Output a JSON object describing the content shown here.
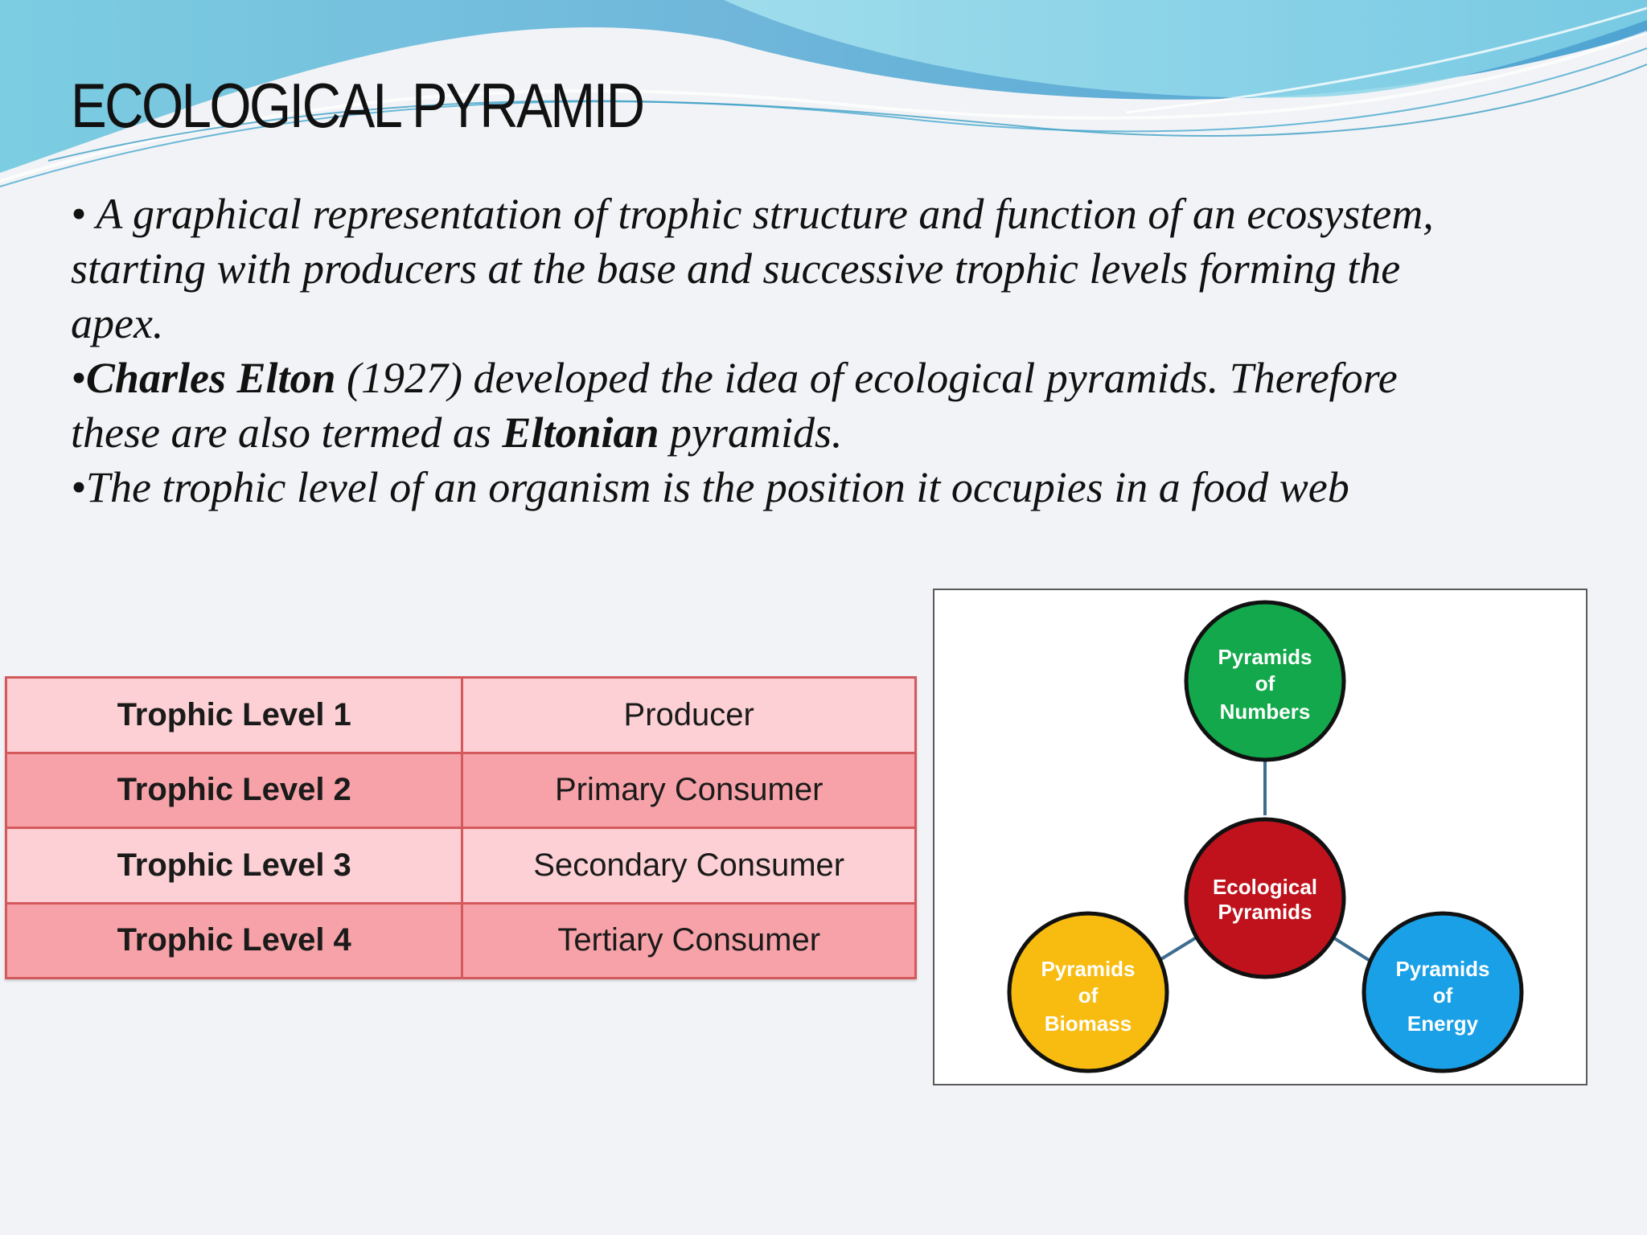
{
  "slide": {
    "title": "ECOLOGICAL PYRAMID",
    "bullets": [
      {
        "lines": [
          [
            {
              "text": "• A graphical representation of trophic structure and function of an ecosystem,"
            }
          ],
          [
            {
              "text": "starting with producers at the base and successive trophic levels forming the"
            }
          ],
          [
            {
              "text": "apex."
            }
          ]
        ]
      },
      {
        "lines": [
          [
            {
              "text": "•"
            },
            {
              "text": "Charles Elton",
              "bold": true
            },
            {
              "text": " (1927) developed the idea of ecological pyramids. Therefore"
            }
          ],
          [
            {
              "text": "these are also termed as "
            },
            {
              "text": "Eltonian",
              "bold": true
            },
            {
              "text": " pyramids."
            }
          ]
        ]
      },
      {
        "lines": [
          [
            {
              "text": "•The trophic level of an organism is the position it occupies in a food web"
            }
          ]
        ]
      }
    ]
  },
  "trophic_table": {
    "rows": [
      {
        "level": "Trophic Level 1",
        "consumer": "Producer"
      },
      {
        "level": "Trophic Level 2",
        "consumer": "Primary Consumer"
      },
      {
        "level": "Trophic Level 3",
        "consumer": "Secondary Consumer"
      },
      {
        "level": "Trophic Level 4",
        "consumer": "Tertiary Consumer"
      }
    ],
    "colors": {
      "border": "#d4595c",
      "light_row": "#fcd0d4",
      "dark_row": "#f6a2a8"
    }
  },
  "diagram": {
    "center": {
      "lines": [
        "Ecological",
        "Pyramids"
      ],
      "color": "#c0121c"
    },
    "top": {
      "lines": [
        "Pyramids",
        "of",
        "Numbers"
      ],
      "color": "#12a84b"
    },
    "left": {
      "lines": [
        "Pyramids",
        "of",
        "Biomass"
      ],
      "color": "#f8bc10"
    },
    "right": {
      "lines": [
        "Pyramids",
        "of",
        "Energy"
      ],
      "color": "#1aa0e6"
    }
  },
  "theme": {
    "wave_dark": "#5aaed6",
    "wave_light": "#8fd8ea",
    "background": "#f2f3f6"
  }
}
